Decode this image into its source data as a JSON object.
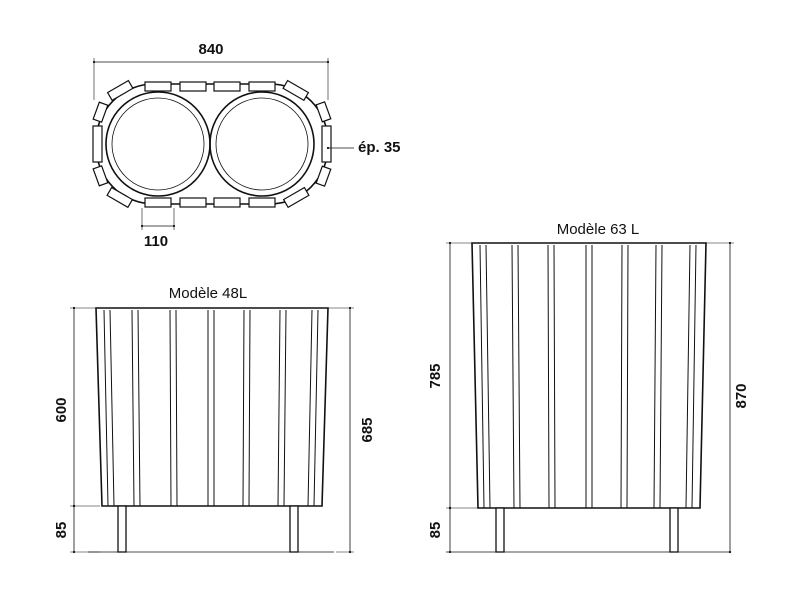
{
  "top_view": {
    "width_label": "840",
    "slat_label": "110",
    "thickness_label": "ép. 35"
  },
  "model_48": {
    "title": "Modèle 48L",
    "body_height_label": "600",
    "foot_height_label": "85",
    "total_height_label": "685"
  },
  "model_63": {
    "title": "Modèle 63 L",
    "body_height_label": "785",
    "foot_height_label": "85",
    "total_height_label": "870"
  }
}
